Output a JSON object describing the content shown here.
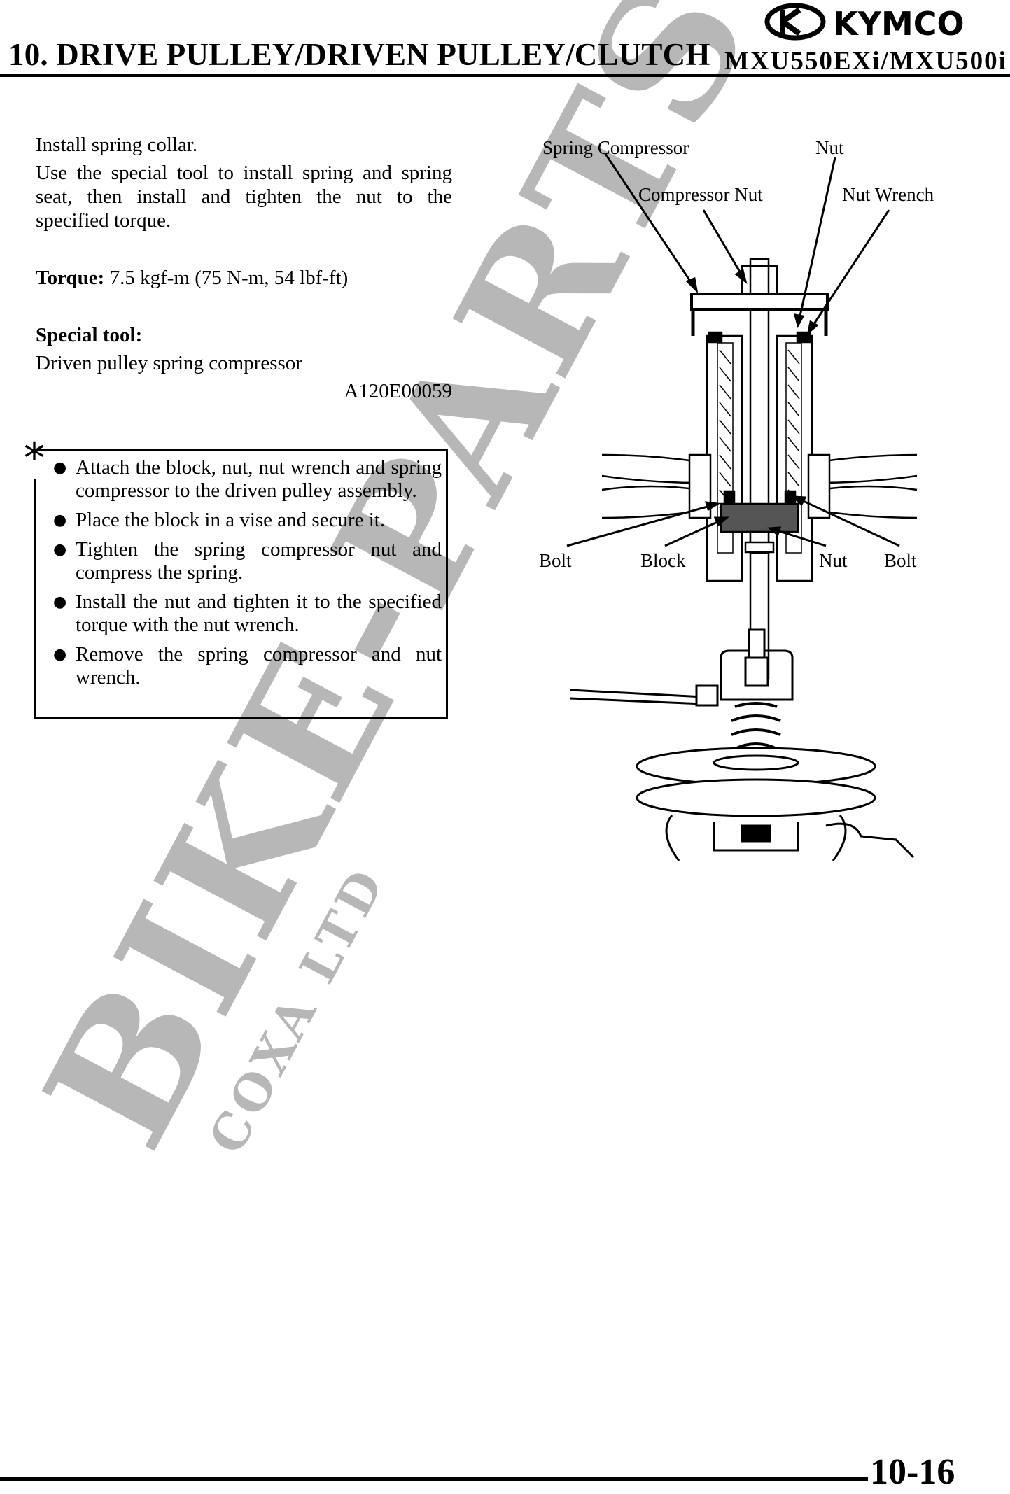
{
  "header": {
    "title": "10. DRIVE PULLEY/DRIVEN PULLEY/CLUTCH",
    "brand": "KYMCO",
    "model": "MXU550EXi/MXU500i"
  },
  "left": {
    "p1": "Install spring collar.",
    "p2": "Use the special tool to install spring and spring seat, then install and tighten the nut to the specified torque.",
    "torque_label": "Torque:",
    "torque_value": " 7.5 kgf-m (75 N-m, 54 lbf-ft)",
    "special_tool_label": "Special tool:",
    "special_tool_name": "Driven pulley spring compressor",
    "special_tool_code": "A120E00059"
  },
  "note": {
    "marker": "*",
    "items": [
      "Attach the block, nut, nut wrench and spring compressor to the driven pulley assembly.",
      "Place the block in a vise and secure it.",
      "Tighten the spring compressor nut and compress the spring.",
      "Install the nut and tighten it to the specified torque with the nut wrench.",
      "Remove the spring compressor and nut wrench."
    ]
  },
  "diagram": {
    "labels": {
      "spring_compressor": "Spring Compressor",
      "nut_top": "Nut",
      "compressor_nut": "Compressor Nut",
      "nut_wrench": "Nut Wrench",
      "bolt_left": "Bolt",
      "block": "Block",
      "nut_bottom": "Nut",
      "bolt_right": "Bolt"
    }
  },
  "watermark": {
    "main": "BIKE-PARTS",
    "sub": "COXA LTD"
  },
  "footer": {
    "page_number": "10-16"
  }
}
